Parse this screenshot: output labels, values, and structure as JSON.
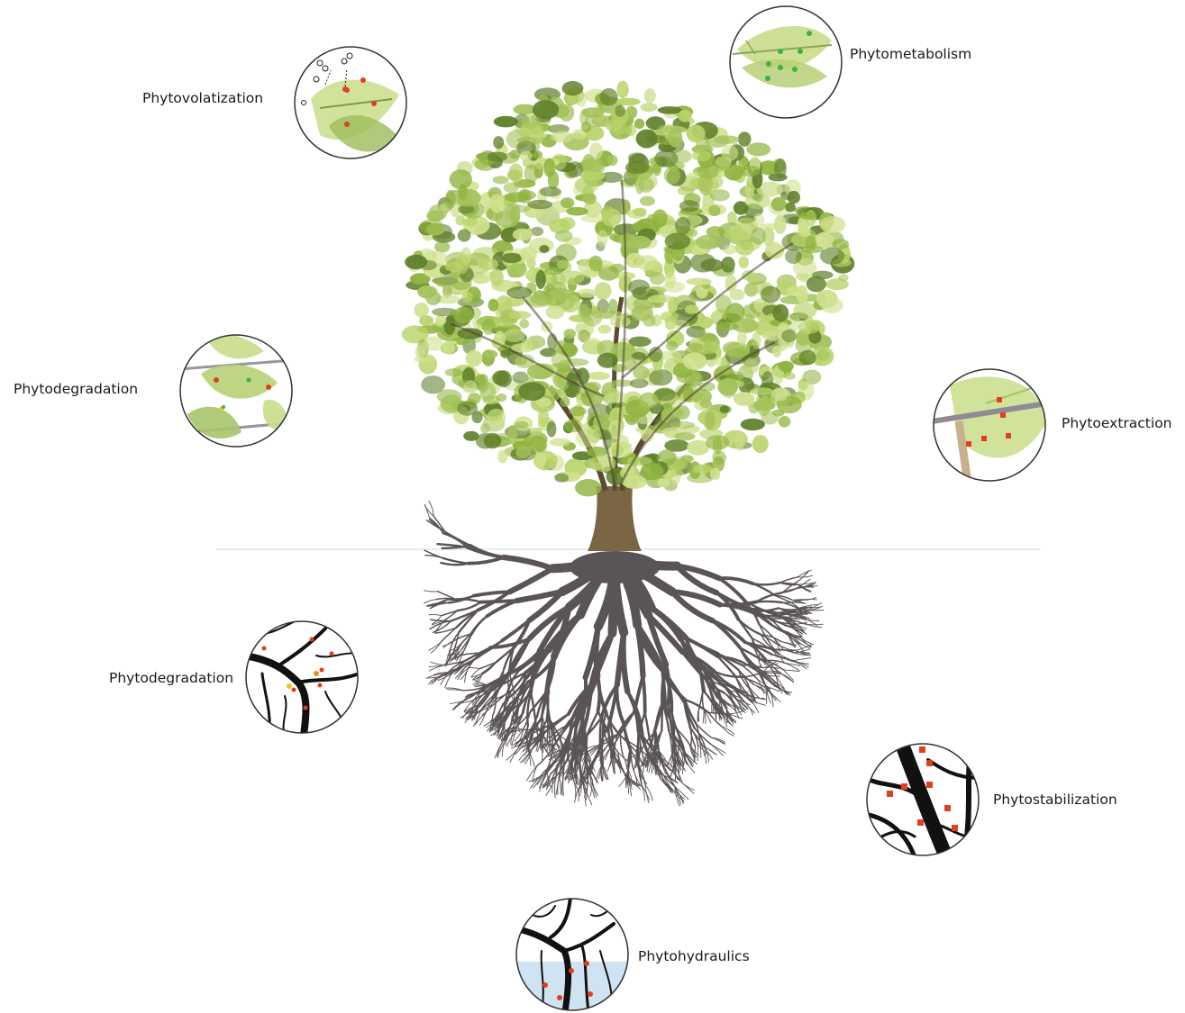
{
  "labels": {
    "phytovolatization": "Phytovolatization",
    "phytometabolism": "Phytometabolism",
    "phytodegradation_leaf": "Phytodegradation",
    "phytoextraction": "Phytoextraction",
    "phytodegradation_root": "Phytodegradation",
    "phytostabilization": "Phytostabilization",
    "phytohydraulics": "Phytohydraulics"
  },
  "colors": {
    "foliage_light": "#b9d36a",
    "foliage_mid": "#8fb33f",
    "foliage_dark": "#5f7f2a",
    "trunk": "#6b5a3c",
    "roots": "#5a5358",
    "contaminant_red": "#e2401c",
    "contaminant_orange": "#f08a1c",
    "metabolite_green": "#3db04a",
    "water_blue": "#cfe3f2",
    "ground_line": "#e6e6e6"
  }
}
